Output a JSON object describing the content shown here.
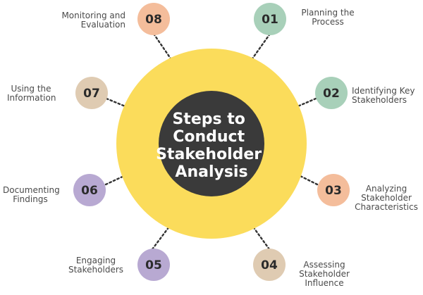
{
  "center": {
    "lines": [
      "Steps to",
      "Conduct",
      "Stakeholder",
      "Analysis"
    ],
    "color": "#3a3a3a",
    "ring_color": "#fbdc5b"
  },
  "steps": [
    {
      "number": "01",
      "lines": [
        "Planning the",
        "Process"
      ],
      "color": "#a8d0b9"
    },
    {
      "number": "02",
      "lines": [
        "Identifying Key",
        "Stakeholders"
      ],
      "color": "#a8d0b9"
    },
    {
      "number": "03",
      "lines": [
        "Analyzing",
        "Stakeholder",
        "Characteristics"
      ],
      "color": "#f4bd9b"
    },
    {
      "number": "04",
      "lines": [
        "Assessing",
        "Stakeholder",
        "Influence"
      ],
      "color": "#dfcbb2"
    },
    {
      "number": "05",
      "lines": [
        "Engaging",
        "Stakeholders"
      ],
      "color": "#b8a9d2"
    },
    {
      "number": "06",
      "lines": [
        "Documenting",
        "Findings"
      ],
      "color": "#b8a9d2"
    },
    {
      "number": "07",
      "lines": [
        "Using the",
        "Information"
      ],
      "color": "#dfcbb2"
    },
    {
      "number": "08",
      "lines": [
        "Monitoring and",
        "Evaluation"
      ],
      "color": "#f4bd9b"
    }
  ]
}
